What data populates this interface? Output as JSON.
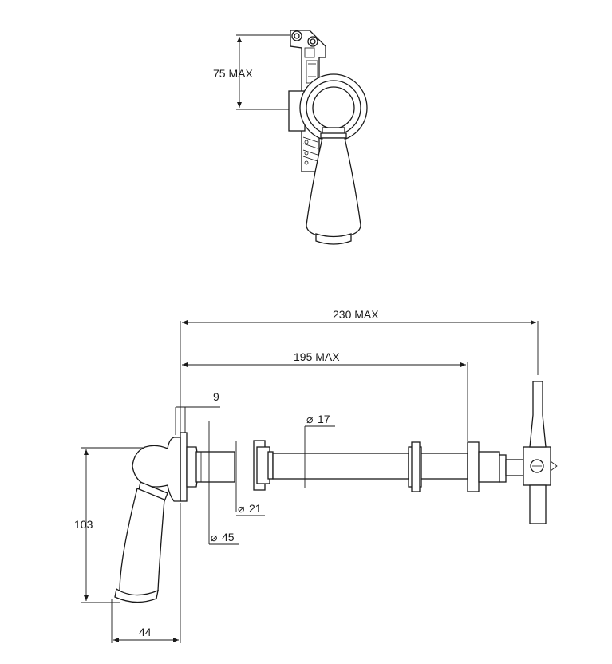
{
  "diagram": {
    "labels": {
      "height_max": "75 MAX",
      "overall_max": "230 MAX",
      "depth_max": "195 MAX",
      "flange_thickness": "9",
      "stem_diameter": "17",
      "body_diameter": "21",
      "flange_diameter": "45",
      "lever_height": "103",
      "lever_offset": "44"
    },
    "diameter_symbol": "⌀"
  }
}
